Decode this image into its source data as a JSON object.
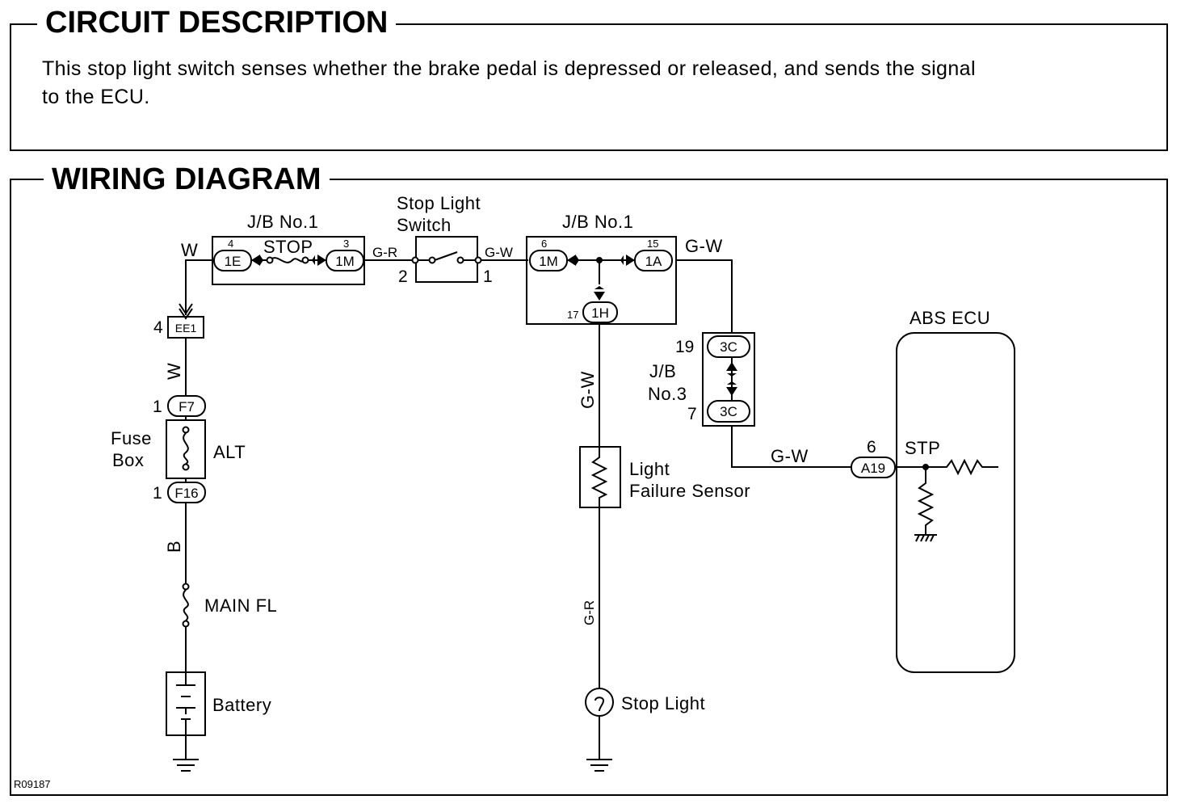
{
  "circuit_description": {
    "title": "CIRCUIT DESCRIPTION",
    "text_line1": "This stop light switch senses whether the brake pedal is depressed or released, and sends the signal",
    "text_line2": "to the ECU."
  },
  "wiring_diagram": {
    "title": "WIRING DIAGRAM",
    "figure_id": "R09187",
    "labels": {
      "jb1_left": "J/B No.1",
      "jb1_right": "J/B No.1",
      "stop_light_switch_1": "Stop Light",
      "stop_light_switch_2": "Switch",
      "stop_fuse": "STOP",
      "abs_ecu": "ABS ECU",
      "stp": "STP",
      "jb3_1": "J/B",
      "jb3_2": "No.3",
      "fuse_box_1": "Fuse",
      "fuse_box_2": "Box",
      "alt": "ALT",
      "main_fl": "MAIN FL",
      "battery": "Battery",
      "light_failure_1": "Light",
      "light_failure_2": "Failure Sensor",
      "stop_light": "Stop Light"
    },
    "connectors": {
      "c_1e": "1E",
      "c_1m_a": "1M",
      "c_1m_b": "1M",
      "c_1a": "1A",
      "c_1h": "1H",
      "c_3c_a": "3C",
      "c_3c_b": "3C",
      "c_ee1": "EE1",
      "c_f7": "F7",
      "c_f16": "F16",
      "c_a19": "A19"
    },
    "pins": {
      "p_4_1e": "4",
      "p_3_1m": "3",
      "p_6_1m": "6",
      "p_15_1a": "15",
      "p_17_1h": "17",
      "p_19": "19",
      "p_7": "7",
      "p_4_ee1": "4",
      "p_1_f7": "1",
      "p_1_f16": "1",
      "p_6_a19": "6",
      "p_sw2": "2",
      "p_sw1": "1"
    },
    "wires": {
      "w_top": "W",
      "w_vert": "W",
      "gr_top": "G-R",
      "gw_sw": "G-W",
      "gw_right": "G-W",
      "gw_vert": "G-W",
      "gw_ecu": "G-W",
      "b_vert": "B",
      "gr_vert": "G-R"
    }
  }
}
